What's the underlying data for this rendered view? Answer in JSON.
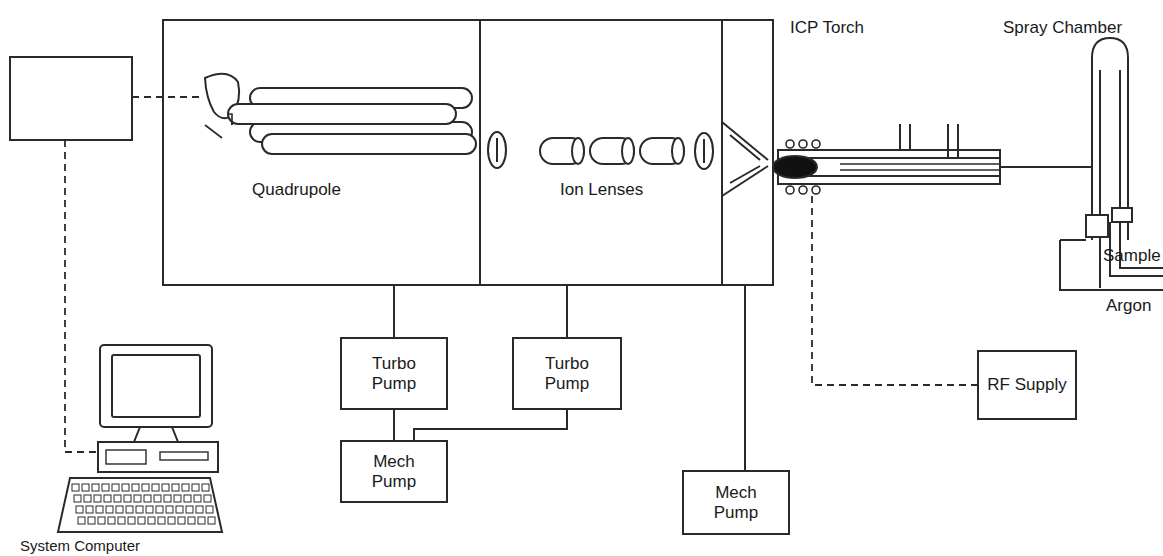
{
  "diagram": {
    "nodes": [
      {
        "text": [
          "Turbo Pump"
        ]
      },
      {
        "text": [
          "Turbo Pump"
        ]
      },
      {
        "text": [
          "Mech Pump"
        ]
      },
      {
        "text": [
          "Mech Pump"
        ]
      },
      {
        "text": [
          "RF Supply"
        ]
      }
    ],
    "edges": [
      {
        "from": 0,
        "to": 2,
        "arrow": "none"
      },
      {
        "from": 1,
        "to": 2,
        "arrow": "none"
      }
    ],
    "labels": [
      "Quadrupole",
      "Ion Lenses",
      "ICP Torch",
      "Spray Chamber",
      "Sample",
      "Argon",
      "System Computer"
    ]
  }
}
